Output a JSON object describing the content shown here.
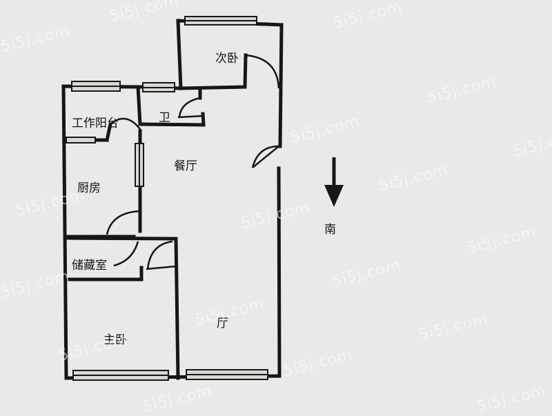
{
  "rooms": {
    "secondary_bedroom": "次卧",
    "bathroom": "卫",
    "work_balcony": "工作阳台",
    "dining_room": "餐厅",
    "kitchen": "厨房",
    "storage_room": "储藏室",
    "living_room": "厅",
    "master_bedroom": "主卧"
  },
  "compass": {
    "label": "南",
    "arrow": "down-arrow-icon"
  },
  "watermark": {
    "text": "5i5j.com"
  },
  "colors": {
    "wall": "#161616",
    "background": "#e9e9e7",
    "window": "#d8d8d4",
    "watermark": "#ffffff"
  }
}
